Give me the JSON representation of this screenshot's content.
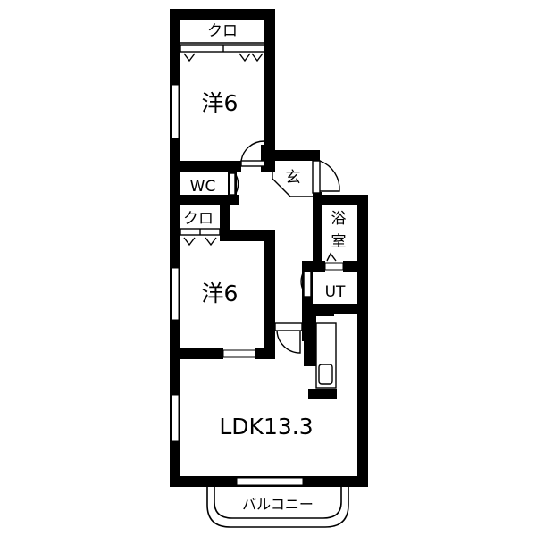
{
  "floor_plan": {
    "wall_color": "#000000",
    "background": "#ffffff",
    "rooms": [
      {
        "id": "bedroom-1",
        "label": "洋6",
        "type": "western-style room",
        "size_jo": 6
      },
      {
        "id": "closet-1",
        "label": "クロ",
        "type": "closet"
      },
      {
        "id": "toilet",
        "label": "WC",
        "type": "toilet"
      },
      {
        "id": "closet-2",
        "label": "クロ",
        "type": "closet"
      },
      {
        "id": "entrance",
        "label": "玄",
        "type": "entrance"
      },
      {
        "id": "bathroom",
        "label": "浴室",
        "label_line1": "浴",
        "label_line2": "室",
        "type": "bathroom"
      },
      {
        "id": "bedroom-2",
        "label": "洋6",
        "type": "western-style room",
        "size_jo": 6
      },
      {
        "id": "utility",
        "label": "UT",
        "type": "utility / washroom"
      },
      {
        "id": "ldk",
        "label": "LDK13.3",
        "type": "living dining kitchen",
        "size_jo": 13.3
      },
      {
        "id": "balcony",
        "label": "バルコニー",
        "type": "balcony"
      }
    ]
  }
}
